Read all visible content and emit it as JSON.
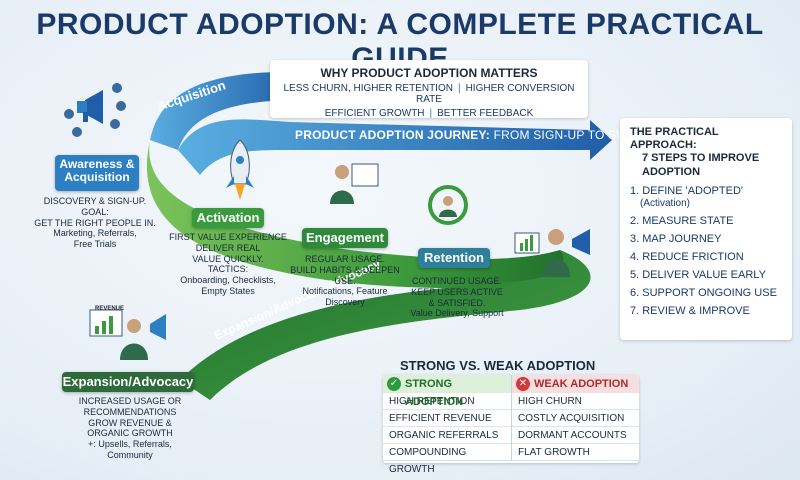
{
  "title": "PRODUCT ADOPTION: A COMPLETE PRACTICAL GUIDE",
  "why": {
    "title": "WHY PRODUCT ADOPTION MATTERS",
    "row1": [
      "LESS CHURN, HIGHER RETENTION",
      "HIGHER CONVERSION RATE"
    ],
    "row2": [
      "EFFICIENT GROWTH",
      "BETTER FEEDBACK"
    ],
    "separator": "|"
  },
  "journey": {
    "bold": "PRODUCT ADOPTION JOURNEY:",
    "thin": "FROM SIGN-UP TO SUCCESS"
  },
  "bands": {
    "acquisition": "Acquisition",
    "expansion": "Expansion/Advocacy Advocacy"
  },
  "stages": {
    "awareness": {
      "label": "Awareness & Acquisition",
      "text": [
        "DISCOVERY & SIGN-UP.",
        "GOAL:",
        "GET THE RIGHT PEOPLE IN.",
        "Marketing, Referrals,",
        "Free Trials"
      ]
    },
    "activation": {
      "label": "Activation",
      "text": [
        "FIRST VALUE EXPERIENCE",
        "DELIVER REAL",
        "VALUE QUICKLY.",
        "TACTICS:",
        "Onboarding, Checklists,",
        "Empty States"
      ]
    },
    "engagement": {
      "label": "Engagement",
      "text": [
        "REGULAR USAGE.",
        "BUILD HABITS & DEEPEN USE.",
        "Notifications, Feature",
        "Discovery"
      ]
    },
    "retention": {
      "label": "Retention",
      "text": [
        "CONTINUED USAGE.",
        "KEEP USERS ACTIVE",
        "& SATISFIED.",
        "Value Delivery, Support"
      ]
    },
    "expansion": {
      "label": "Expansion/Advocacy",
      "text": [
        "INCREASED USAGE OR",
        "RECOMMENDATIONS",
        "GROW REVENUE &",
        "ORGANIC GROWTH",
        "+: Upsells, Referrals,",
        "Community"
      ]
    }
  },
  "approach": {
    "title": [
      "THE PRACTICAL APPROACH:",
      "7 STEPS TO IMPROVE",
      "ADOPTION"
    ],
    "steps": [
      "1. DEFINE 'ADOPTED'",
      "2. MEASURE STATE",
      "3. MAP JOURNEY",
      "4. REDUCE FRICTION",
      "5. DELIVER VALUE EARLY",
      "6. SUPPORT ONGOING USE",
      "7. REVIEW & IMPROVE"
    ],
    "step1_sub": "(Activation)"
  },
  "strong_weak": {
    "title": "STRONG VS. WEAK ADOPTION",
    "strong_head": "STRONG ADOPTION",
    "weak_head": "WEAK ADOPTION",
    "strong": [
      "HIGH RETENTION",
      "EFFICIENT REVENUE",
      "ORGANIC REFERRALS",
      "COMPOUNDING GROWTH"
    ],
    "weak": [
      "HIGH CHURN",
      "COSTLY ACQUISITION",
      "DORMANT ACCOUNTS",
      "FLAT GROWTH"
    ],
    "check_glyph": "✓",
    "cross_glyph": "✕"
  },
  "icons": {
    "chart_label": "REVENUE"
  },
  "colors": {
    "blue_band": "#2d7fc4",
    "green_band": "#3a9a3e",
    "title": "#1a3a6a",
    "strong": "#2e9a3e",
    "weak": "#d03a3a"
  }
}
